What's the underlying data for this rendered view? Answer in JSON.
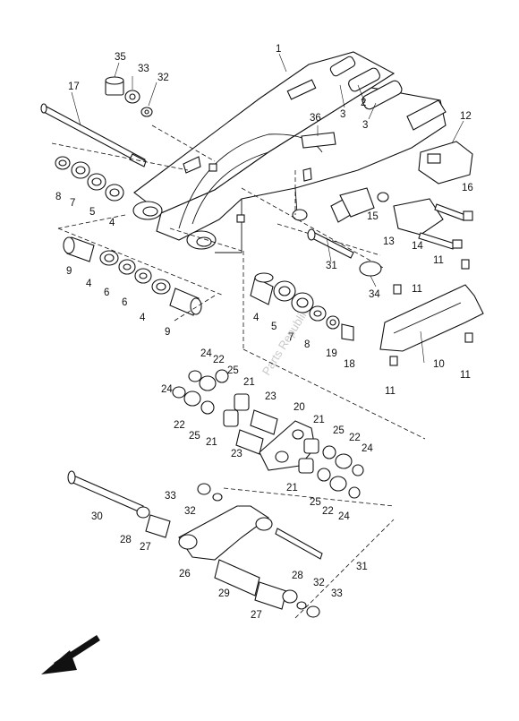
{
  "callouts": {
    "c1": "1",
    "c2": "2",
    "c3a": "3",
    "c3b": "3",
    "c4a": "4",
    "c4b": "4",
    "c4c": "4",
    "c4d": "4",
    "c5a": "5",
    "c5b": "5",
    "c6a": "6",
    "c6b": "6",
    "c7a": "7",
    "c7b": "7",
    "c8a": "8",
    "c8b": "8",
    "c9a": "9",
    "c9b": "9",
    "c10": "10",
    "c11a": "11",
    "c11b": "11",
    "c11c": "11",
    "c11d": "11",
    "c12": "12",
    "c13": "13",
    "c14": "14",
    "c15": "15",
    "c16": "16",
    "c17": "17",
    "c18": "18",
    "c19": "19",
    "c20": "20",
    "c21a": "21",
    "c21b": "21",
    "c21c": "21",
    "c21d": "21",
    "c22a": "22",
    "c22b": "22",
    "c22c": "22",
    "c22d": "22",
    "c23a": "23",
    "c23b": "23",
    "c24a": "24",
    "c24b": "24",
    "c24c": "24",
    "c24d": "24",
    "c25a": "25",
    "c25b": "25",
    "c25c": "25",
    "c25d": "25",
    "c26": "26",
    "c27a": "27",
    "c27b": "27",
    "c28a": "28",
    "c28b": "28",
    "c29": "29",
    "c30": "30",
    "c31a": "31",
    "c31b": "31",
    "c32a": "32",
    "c32b": "32",
    "c32c": "32",
    "c33a": "33",
    "c33b": "33",
    "c33c": "33",
    "c34": "34",
    "c35": "35",
    "c36": "36"
  },
  "watermark": "Parts Republik",
  "icons": {
    "direction_arrow": "front-direction-arrow-icon"
  }
}
